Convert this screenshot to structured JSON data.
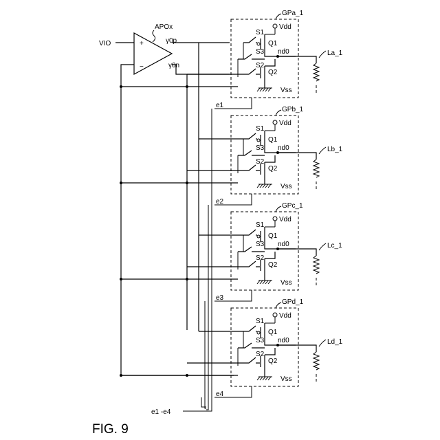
{
  "amp": {
    "name": "APOx",
    "input": "VIO",
    "out_p": "γ0p",
    "out_n": "γ0n",
    "plus": "+",
    "minus": "−"
  },
  "blocks": [
    {
      "id": "GPa_1",
      "load": "La_1",
      "ctrl": "e1"
    },
    {
      "id": "GPb_1",
      "load": "Lb_1",
      "ctrl": "e2"
    },
    {
      "id": "GPc_1",
      "load": "Lc_1",
      "ctrl": "e3"
    },
    {
      "id": "GPd_1",
      "load": "Ld_1",
      "ctrl": "e4"
    }
  ],
  "cell": {
    "vdd": "Vdd",
    "vss": "Vss",
    "s1": "S1",
    "s2": "S2",
    "s3": "S3",
    "q1": "Q1",
    "q2": "Q2",
    "node": "nd0"
  },
  "bus_label": "e1 -e4",
  "figure_label": "FIG. 9"
}
